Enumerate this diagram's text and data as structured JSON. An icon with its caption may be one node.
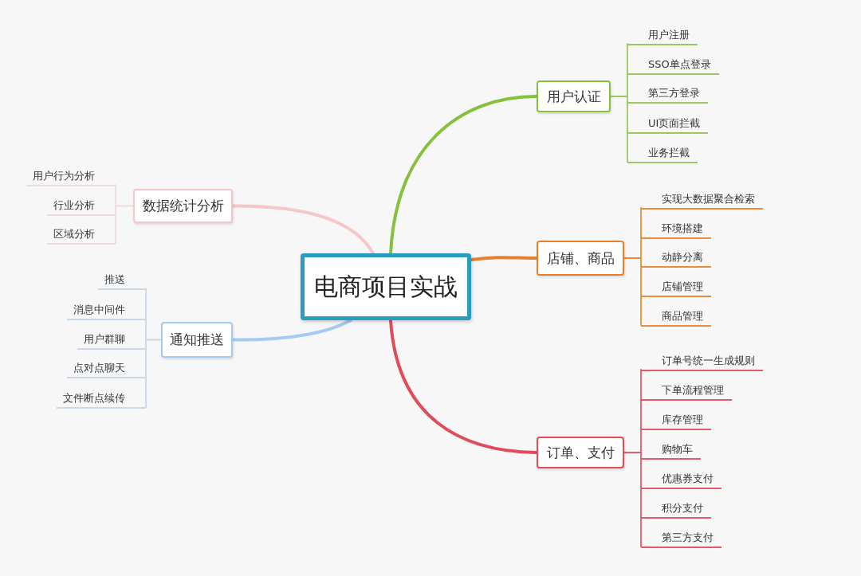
{
  "diagram": {
    "nodes": [
      {
        "text": [
          "电商项目实战"
        ]
      },
      {
        "text": [
          "用户认证"
        ]
      },
      {
        "text": [
          "用户注册"
        ]
      },
      {
        "text": [
          "SSO单点登录"
        ]
      },
      {
        "text": [
          "第三方登录"
        ]
      },
      {
        "text": [
          "UI页面拦截"
        ]
      },
      {
        "text": [
          "业务拦截"
        ]
      },
      {
        "text": [
          "店铺、商品"
        ]
      },
      {
        "text": [
          "实现大数据聚合检索"
        ]
      },
      {
        "text": [
          "环境搭建"
        ]
      },
      {
        "text": [
          "动静分离"
        ]
      },
      {
        "text": [
          "店铺管理"
        ]
      },
      {
        "text": [
          "商品管理"
        ]
      },
      {
        "text": [
          "订单、支付"
        ]
      },
      {
        "text": [
          "订单号统一生成规则"
        ]
      },
      {
        "text": [
          "下单流程管理"
        ]
      },
      {
        "text": [
          "库存管理"
        ]
      },
      {
        "text": [
          "购物车"
        ]
      },
      {
        "text": [
          "优惠券支付"
        ]
      },
      {
        "text": [
          "积分支付"
        ]
      },
      {
        "text": [
          "第三方支付"
        ]
      },
      {
        "text": [
          "数据统计分析"
        ]
      },
      {
        "text": [
          "用户行为分析"
        ]
      },
      {
        "text": [
          "行业分析"
        ]
      },
      {
        "text": [
          "区域分析"
        ]
      },
      {
        "text": [
          "通知推送"
        ]
      },
      {
        "text": [
          "推送"
        ]
      },
      {
        "text": [
          "消息中间件"
        ]
      },
      {
        "text": [
          "用户群聊"
        ]
      },
      {
        "text": [
          "点对点聊天"
        ]
      },
      {
        "text": [
          "文件断点续传"
        ]
      }
    ],
    "edges": [
      {
        "from": 0,
        "to": 1,
        "arrow": "none",
        "style": "thick",
        "color": "#86c13d"
      },
      {
        "from": 1,
        "to": 2,
        "arrow": "none",
        "color": "#9cc763"
      },
      {
        "from": 1,
        "to": 3,
        "arrow": "none",
        "color": "#9cc763"
      },
      {
        "from": 1,
        "to": 4,
        "arrow": "none",
        "color": "#9cc763"
      },
      {
        "from": 1,
        "to": 5,
        "arrow": "none",
        "color": "#9cc763"
      },
      {
        "from": 1,
        "to": 6,
        "arrow": "none",
        "color": "#9cc763"
      },
      {
        "from": 0,
        "to": 7,
        "arrow": "none",
        "style": "thick",
        "color": "#e8802a"
      },
      {
        "from": 7,
        "to": 8,
        "arrow": "none",
        "color": "#e98d3c"
      },
      {
        "from": 7,
        "to": 9,
        "arrow": "none",
        "color": "#e98d3c"
      },
      {
        "from": 7,
        "to": 10,
        "arrow": "none",
        "color": "#e98d3c"
      },
      {
        "from": 7,
        "to": 11,
        "arrow": "none",
        "color": "#e98d3c"
      },
      {
        "from": 7,
        "to": 12,
        "arrow": "none",
        "color": "#e98d3c"
      },
      {
        "from": 0,
        "to": 13,
        "arrow": "none",
        "style": "thick",
        "color": "#e14b5a"
      },
      {
        "from": 13,
        "to": 14,
        "arrow": "none",
        "color": "#e05a69"
      },
      {
        "from": 13,
        "to": 15,
        "arrow": "none",
        "color": "#e05a69"
      },
      {
        "from": 13,
        "to": 16,
        "arrow": "none",
        "color": "#e05a69"
      },
      {
        "from": 13,
        "to": 17,
        "arrow": "none",
        "color": "#e05a69"
      },
      {
        "from": 13,
        "to": 18,
        "arrow": "none",
        "color": "#e05a69"
      },
      {
        "from": 13,
        "to": 19,
        "arrow": "none",
        "color": "#e05a69"
      },
      {
        "from": 13,
        "to": 20,
        "arrow": "none",
        "color": "#e05a69"
      },
      {
        "from": 0,
        "to": 21,
        "arrow": "none",
        "style": "thick",
        "color": "#f6c6c9"
      },
      {
        "from": 21,
        "to": 22,
        "arrow": "none",
        "color": "#ecdcdd"
      },
      {
        "from": 21,
        "to": 23,
        "arrow": "none",
        "color": "#ecdcdd"
      },
      {
        "from": 21,
        "to": 24,
        "arrow": "none",
        "color": "#ecdcdd"
      },
      {
        "from": 0,
        "to": 25,
        "arrow": "none",
        "style": "thick",
        "color": "#a3cbf3"
      },
      {
        "from": 25,
        "to": 26,
        "arrow": "none",
        "color": "#c9d7e7"
      },
      {
        "from": 25,
        "to": 27,
        "arrow": "none",
        "color": "#c9d7e7"
      },
      {
        "from": 25,
        "to": 28,
        "arrow": "none",
        "color": "#c9d7e7"
      },
      {
        "from": 25,
        "to": 29,
        "arrow": "none",
        "color": "#c9d7e7"
      },
      {
        "from": 25,
        "to": 30,
        "arrow": "none",
        "color": "#c9d7e7"
      }
    ]
  }
}
